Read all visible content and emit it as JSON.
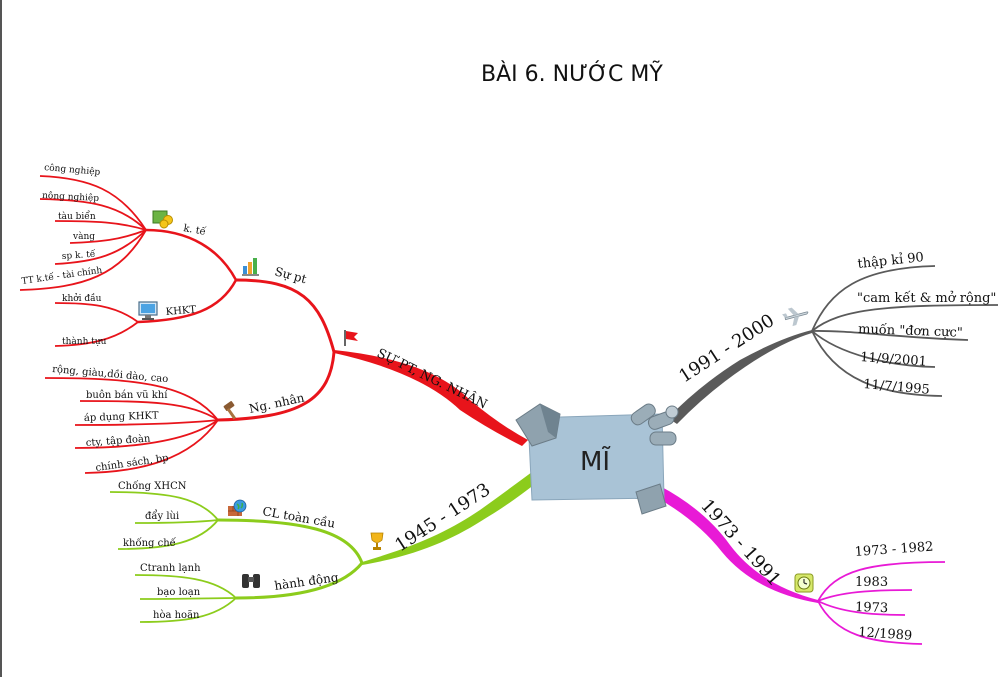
{
  "title": "BÀI 6. NƯỚC MỸ",
  "center": {
    "label": "MĨ"
  },
  "colors": {
    "red": "#e8141b",
    "green": "#8ccc1c",
    "gray": "#5a5a5a",
    "magenta": "#e81ad6",
    "center_box": "#a9c3d6"
  },
  "branches": {
    "red": {
      "label": "SỰ PT, NG. NHÂN",
      "icon": "flag-icon",
      "sub1": {
        "label": "Sự pt",
        "icon": "bar-chart-icon",
        "kte": {
          "label": "k. tế",
          "icon": "money-icon",
          "items": [
            "công nghiệp",
            "nông nghiệp",
            "tàu biển",
            "vàng",
            "sp k. tế",
            "TT k.tế - tài chính"
          ]
        },
        "khkt": {
          "label": "KHKT",
          "icon": "computer-icon",
          "items": [
            "khởi đầu",
            "thành tựu"
          ]
        }
      },
      "sub2": {
        "label": "Ng. nhân",
        "icon": "gavel-icon",
        "items": [
          "rộng, giàu,dồi dào, cao",
          "buôn bán vũ khí",
          "áp dụng KHKT",
          "cty, tập đoàn",
          "chính sách, bp"
        ]
      }
    },
    "green": {
      "label": "1945 - 1973",
      "icon": "trophy-icon",
      "sub1": {
        "label": "CL toàn cầu",
        "icon": "globe-wall-icon",
        "items": [
          "Chống XHCN",
          "đẩy lùi",
          "khống chế"
        ]
      },
      "sub2": {
        "label": "hành động",
        "icon": "binoculars-icon",
        "items": [
          "Ctranh lạnh",
          "bạo loạn",
          "hòa hoãn"
        ]
      }
    },
    "gray": {
      "label": "1991 - 2000",
      "icon": "airplane-icon",
      "items": [
        "thập kỉ 90",
        "\"cam kết & mở rộng\"",
        "muốn \"đơn cực\"",
        "11/9/2001",
        "11/7/1995"
      ]
    },
    "magenta": {
      "label": "1973 - 1991",
      "icon": "clock-icon",
      "items": [
        "1973 - 1982",
        "1983",
        "1973",
        "12/1989"
      ]
    }
  }
}
